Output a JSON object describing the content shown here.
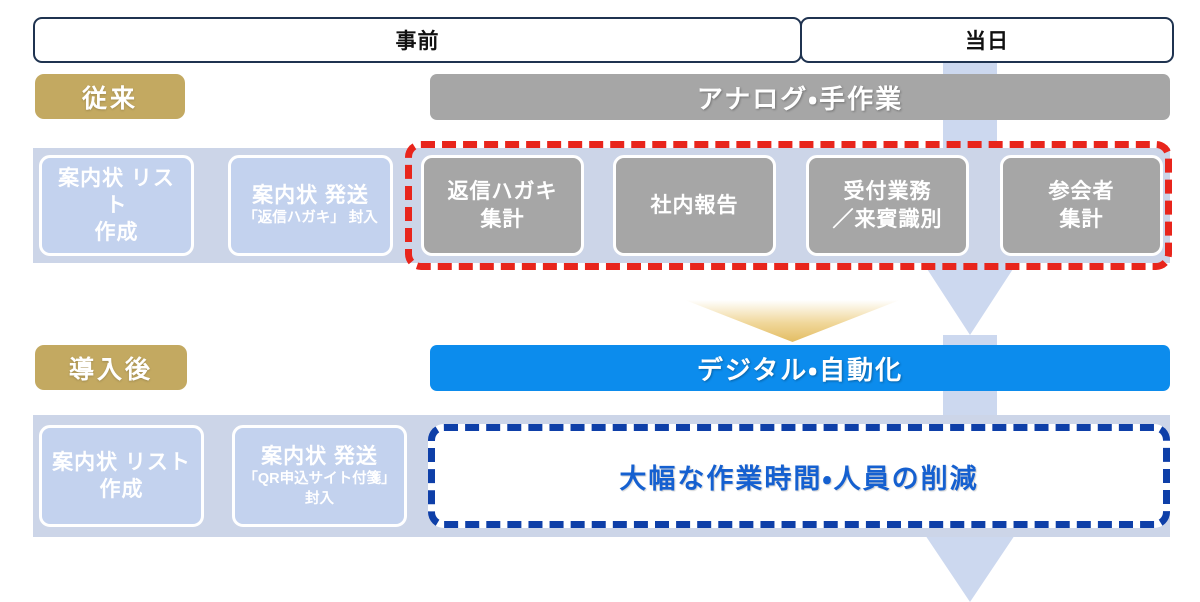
{
  "tabs": [
    {
      "id": "tab-advance",
      "label": "事前"
    },
    {
      "id": "tab-onday",
      "label": "当日"
    }
  ],
  "phases": [
    {
      "id": "phase-conventional",
      "label": "従来"
    },
    {
      "id": "phase-after",
      "label": "導入後"
    }
  ],
  "banners": {
    "analog": "アナログ・手作業",
    "digital": "デジタル・自動化"
  },
  "conventional_steps": [
    {
      "id": "step-invitation-list-old",
      "line1": "案内状 リスト",
      "line2": "作成",
      "sub": ""
    },
    {
      "id": "step-invitation-send-old",
      "line1": "案内状 発送",
      "line2": "",
      "sub": "「返信ハガキ」 封入"
    },
    {
      "id": "step-reply-postcard-tally",
      "line1": "返信ハガキ",
      "line2": "集計",
      "sub": ""
    },
    {
      "id": "step-internal-report",
      "line1": "社内報告",
      "line2": "",
      "sub": ""
    },
    {
      "id": "step-reception-guest-id",
      "line1": "受付業務",
      "line2": "／来賓識別",
      "sub": ""
    },
    {
      "id": "step-attendee-tally",
      "line1": "参会者",
      "line2": "集計",
      "sub": ""
    }
  ],
  "after_steps": [
    {
      "id": "step-invitation-list-new",
      "line1": "案内状 リスト",
      "line2": "作成",
      "sub": ""
    },
    {
      "id": "step-invitation-send-new",
      "line1": "案内状 発送",
      "line2": "",
      "sub": "「QR申込サイト付箋」\n封入"
    }
  ],
  "result_message": "大幅な作業時間・人員の削減",
  "colors": {
    "gold": "#c3a961",
    "grey": "#a6a6a6",
    "blue_accent": "#0c8ced",
    "light_blue_box": "#c3d2ee",
    "band": "#ccd5e8",
    "dash_red": "#e8251c",
    "dash_blue": "#0e3fa8",
    "result_text": "#1560d0",
    "tab_border": "#1f3350",
    "bg_arrow": "#ccd8ef",
    "chevron_gold": "#e8c濃"
  }
}
